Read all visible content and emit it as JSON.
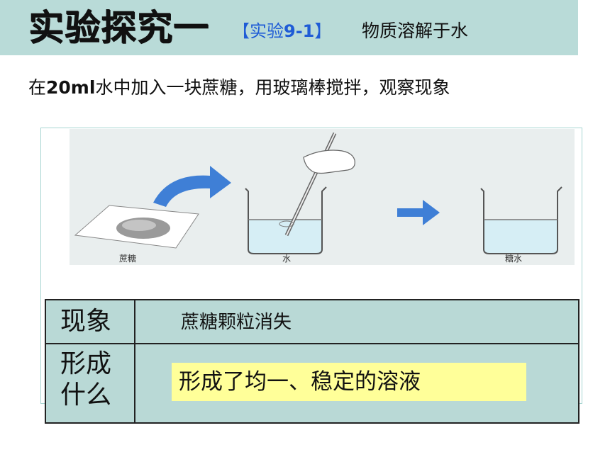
{
  "title": {
    "main": "实验探究一",
    "bracket_open": "【实验",
    "bracket_num": "9-1",
    "bracket_close": "】",
    "subtitle": "物质溶解于水"
  },
  "instruction": {
    "pre": "在",
    "amount": "20ml",
    "post": "水中加入一块蔗糖，用玻璃棒搅拌，观察现象"
  },
  "illustration": {
    "labels": [
      "蔗糖",
      "水",
      "糖水"
    ],
    "colors": {
      "arrow": "#3f7fd6",
      "water": "#d6eef5"
    }
  },
  "result_table": {
    "rows": [
      {
        "label": "现象",
        "value": "蔗糖颗粒消失"
      },
      {
        "label": "形成什么",
        "value": "形成了均一、稳定的溶液"
      }
    ],
    "colors": {
      "table_bg": "#b9d9d6",
      "answer_bg": "#ffff99"
    }
  }
}
